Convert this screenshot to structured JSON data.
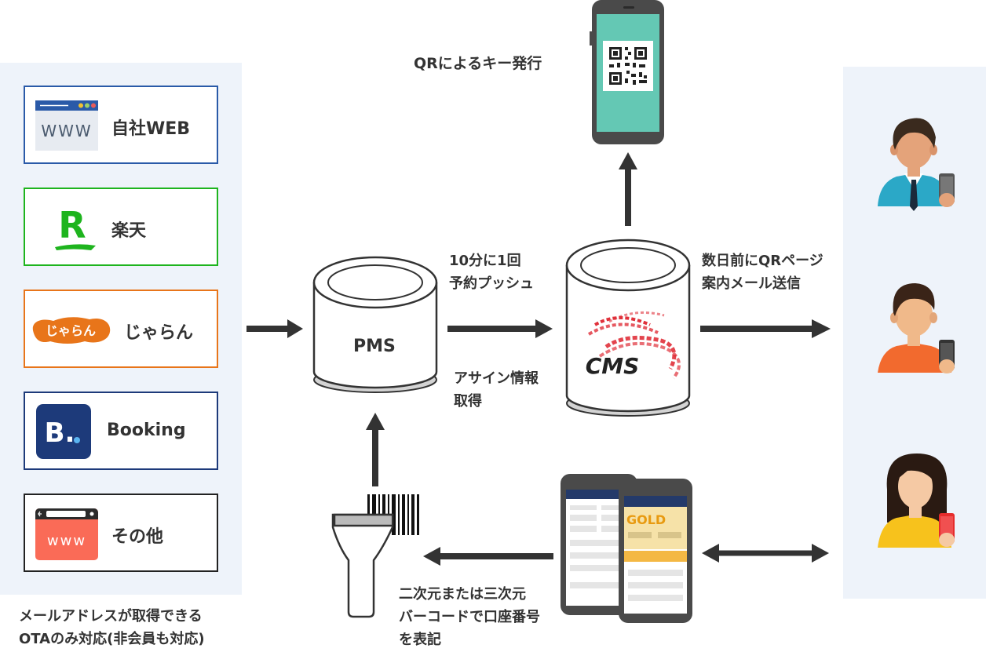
{
  "sources": {
    "web_label": "自社WEB",
    "web_icon_text": "WWW",
    "rakuten_label": "楽天",
    "rakuten_logo": "R",
    "jalan_label": "じゃらん",
    "jalan_logo": "じゃらん",
    "booking_label": "Booking",
    "booking_logo": "B.",
    "other_label": "その他",
    "other_icon_text": "www"
  },
  "ota_note": [
    "メールアドレスが取得できる",
    "OTAのみ対応(非会員も対応)"
  ],
  "pms_label": "PMS",
  "cms_label": "CMS",
  "push_text": [
    "10分に1回",
    "予約プッシュ"
  ],
  "assign_text": [
    "アサイン情報",
    "取得"
  ],
  "qr_text": "QRによるキー発行",
  "mail_text": [
    "数日前にQRページ",
    "案内メール送信"
  ],
  "barcode_text": [
    "二次元または三次元",
    "バーコードで口座番号",
    "を表記"
  ],
  "phone_screen": {
    "gold_label": "GOLD"
  },
  "colors": {
    "web_border": "#2a5aa8",
    "rakuten": "#1eb41e",
    "jalan": "#e8751a",
    "booking": "#1d3a7a",
    "other_border": "#222222",
    "arrow": "#333333",
    "panel": "#eef3fa",
    "cms_logo": "#e0303a"
  }
}
